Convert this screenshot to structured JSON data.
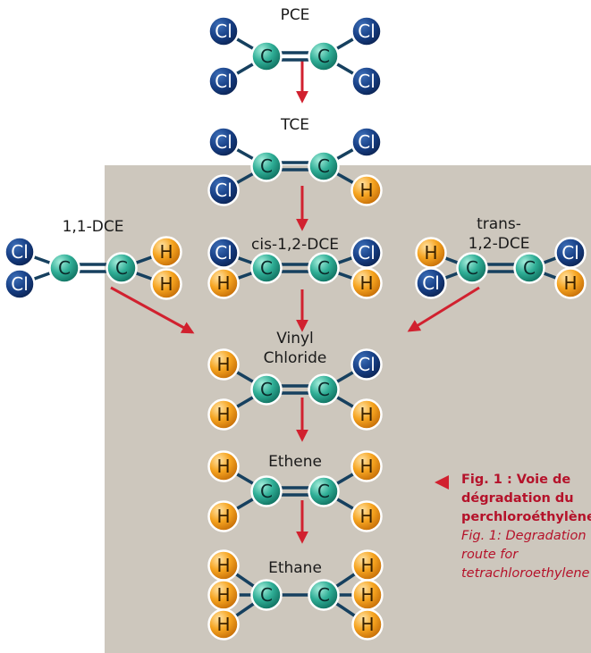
{
  "colors": {
    "panel": "#cdc7bd",
    "arrow": "#d1212f",
    "cl": "#173f85",
    "c": "#2fae96",
    "h": "#f6a420",
    "bond": "#16405f",
    "caption": "#b5122a"
  },
  "atoms": {
    "cl": "Cl",
    "c": "C",
    "h": "H"
  },
  "molecules": {
    "pce": "PCE",
    "tce": "TCE",
    "dce11": "1,1-DCE",
    "cis": "cis-1,2-DCE",
    "trans_line1": "trans-",
    "trans_line2": "1,2-DCE",
    "vinyl_line1": "Vinyl",
    "vinyl_line2": "Chloride",
    "ethene": "Ethene",
    "ethane": "Ethane"
  },
  "caption": {
    "fr_line1": "Fig. 1 : Voie de",
    "fr_line2": "dégradation du",
    "fr_line3": "perchloroéthylène",
    "en_line1": "Fig. 1: Degradation",
    "en_line2": "route for",
    "en_line3": "tetrachloroethylene"
  }
}
